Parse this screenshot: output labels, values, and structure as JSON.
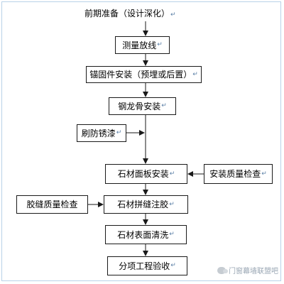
{
  "diagram": {
    "title": "前期准备（设计深化）",
    "steps": {
      "survey": "测量放线",
      "anchors": "锚固件安装（预埋或后置）",
      "keel": "钢龙骨安装",
      "rust_paint": "刷防锈漆",
      "panel_install": "石材面板安装",
      "install_check": "安装质量检查",
      "joint_check": "胶缝质量检查",
      "joint_glue": "石材拼缝注胶",
      "surface_clean": "石材表面清洗",
      "acceptance": "分项工程验收"
    },
    "return_mark": "↵"
  },
  "watermark": {
    "text": "门窗幕墙联盟吧",
    "logo_icon": "wechat-icon"
  },
  "colors": {
    "line": "#1a1a1a",
    "frame": "#b9d1e8",
    "mark": "#5a7fa6"
  }
}
